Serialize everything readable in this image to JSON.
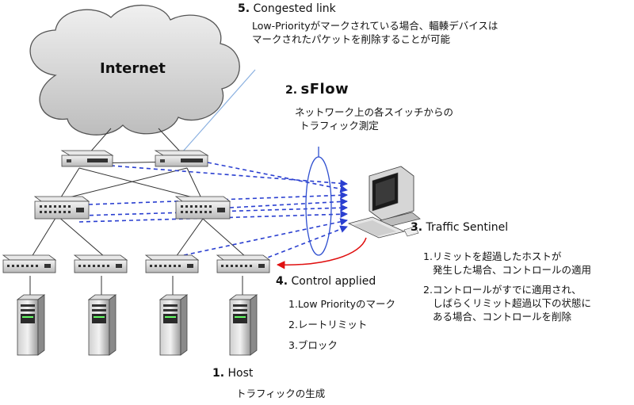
{
  "internet": {
    "label": "Internet"
  },
  "step5": {
    "num": "5.",
    "title": "Congested link",
    "desc_line1": "Low-Priorityがマークされている場合、輻輳デバイスは",
    "desc_line2": "マークされたパケットを削除することが可能"
  },
  "step2": {
    "num": "2.",
    "brand": "sFlow",
    "desc_line1": "ネットワーク上の各スイッチからの",
    "desc_line2": "トラフィック測定"
  },
  "step3": {
    "num": "3.",
    "title": "Traffic Sentinel",
    "item1_line1": "1.リミットを超過したホストが",
    "item1_line2": "発生した場合、コントロールの適用",
    "item2_line1": "2.コントロールがすでに適用され、",
    "item2_line2": "しばらくリミット超過以下の状態に",
    "item2_line3": "ある場合、コントロールを削除"
  },
  "step4": {
    "num": "4.",
    "title": "Control applied",
    "items": [
      "1.Low Priorityのマーク",
      "2.レートリミット",
      "3.ブロック"
    ]
  },
  "step1": {
    "num": "1.",
    "title": "Host",
    "desc": "トラフィックの生成"
  },
  "colors": {
    "flow": "#2a3fd0",
    "control": "#e01010",
    "link": "#8ab0e0",
    "ellipse": "#3050d0"
  }
}
